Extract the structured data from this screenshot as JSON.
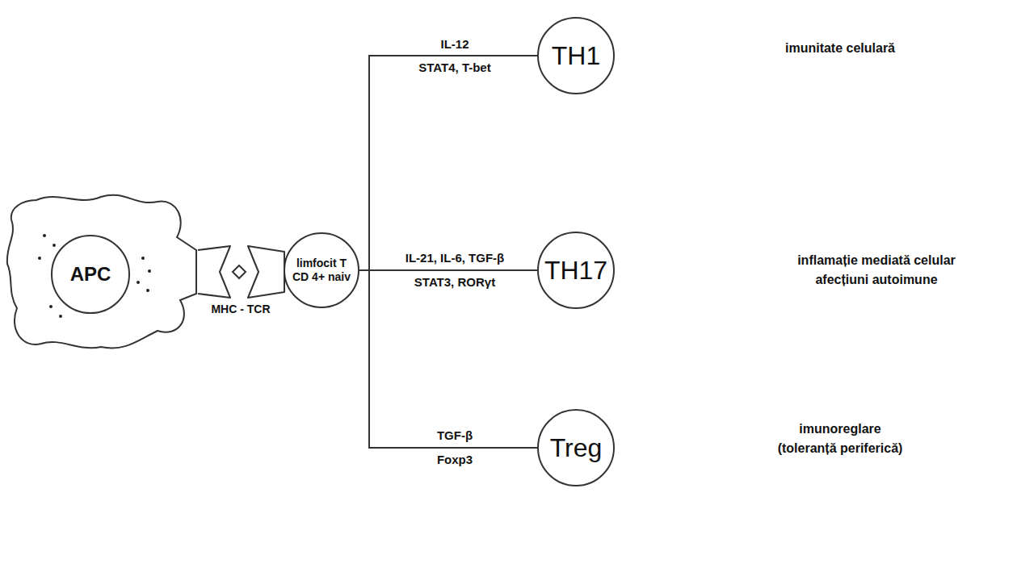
{
  "diagram": {
    "nodes": [
      {
        "text": [
          "APC"
        ]
      },
      {
        "text": [
          "limfocit T CD 4+ naiv"
        ]
      },
      {
        "text": [
          "TH1"
        ]
      },
      {
        "text": [
          "TH17"
        ]
      },
      {
        "text": [
          "Treg"
        ]
      }
    ],
    "edges": [
      {
        "from": 1,
        "to": 2,
        "arrow": "none",
        "label": "IL-12"
      },
      {
        "from": 1,
        "to": 3,
        "arrow": "none",
        "label": "IL-21, IL-6, TGF-β"
      },
      {
        "from": 1,
        "to": 4,
        "arrow": "none",
        "label": "TGF-β"
      }
    ],
    "labels": [
      "MHC - TCR",
      "STAT4, T-bet",
      "STAT3, RORγt",
      "Foxp3",
      "imunitate celulară",
      "inflamație mediată celular",
      "afecțiuni autoimune",
      "imunoreglare",
      "(toleranță periferică)"
    ]
  }
}
